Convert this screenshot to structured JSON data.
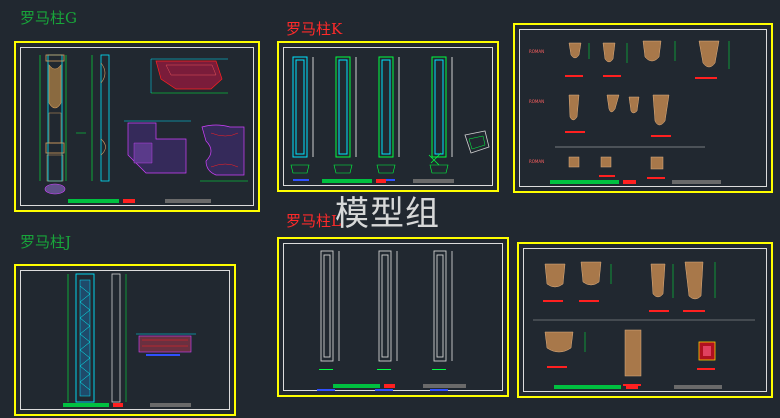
{
  "titles": {
    "g": "罗马柱G",
    "k": "罗马柱K",
    "j": "罗马柱J",
    "l": "罗马柱L"
  },
  "watermark": "模型组",
  "colors": {
    "background": "#212830",
    "frame": "#ffff00",
    "sheet_border": "#dcdcdc",
    "title_green": "#18a53a",
    "title_red": "#ff2a2a",
    "cyan": "#00e5ff",
    "green": "#00ff40",
    "magenta": "#d040ff",
    "red": "#ff2020"
  }
}
